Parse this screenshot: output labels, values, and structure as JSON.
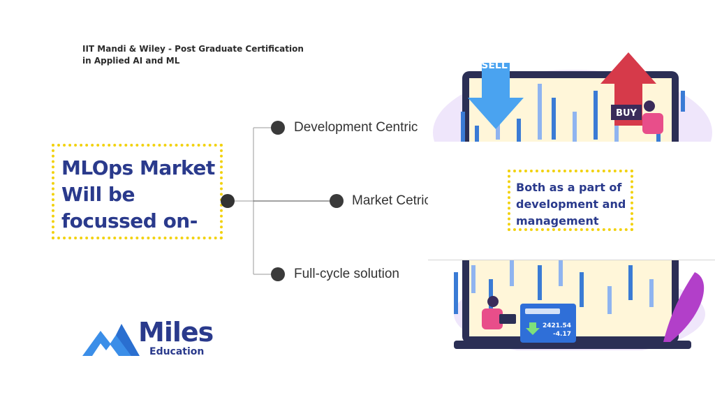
{
  "header": {
    "line1": "IIT Mandi & Wiley - Post Graduate Certification",
    "line2": "in Applied AI and ML"
  },
  "title": {
    "line1": "MLOps Market",
    "line2": "Will be",
    "line3": "focussed on-"
  },
  "nodes": [
    {
      "label": "Development Centric"
    },
    {
      "label": "Market Cetric"
    },
    {
      "label": "Full-cycle solution"
    }
  ],
  "note": {
    "line1": "Both as a part of",
    "line2": "development and",
    "line3": "management"
  },
  "illustration": {
    "sell_label": "SELL",
    "buy_label": "BUY",
    "price": "2421.54",
    "change": "-4.17"
  },
  "logo": {
    "word": "Miles",
    "sub": "Education"
  },
  "colors": {
    "accent_blue": "#2a3a8c",
    "dotted_yellow": "#f2d20f",
    "node_dot": "#3a3a3a"
  }
}
